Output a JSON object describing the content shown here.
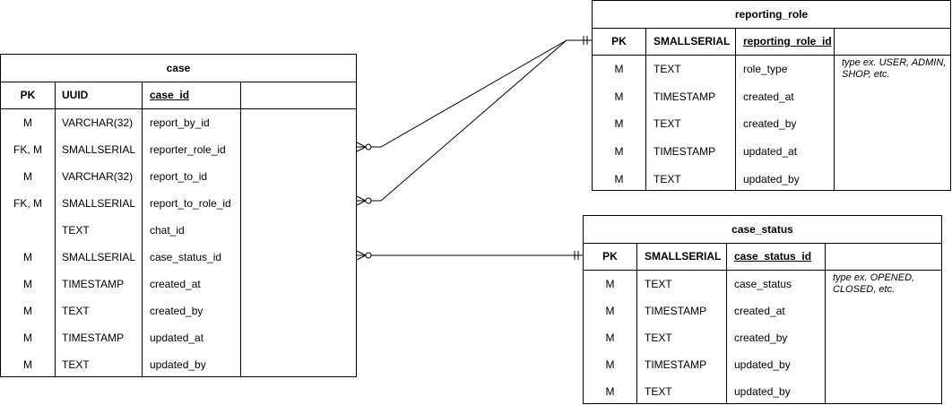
{
  "case": {
    "title": "case",
    "pk": {
      "key": "PK",
      "type": "UUID",
      "name": "case_id"
    },
    "rows": [
      {
        "key": "M",
        "type": "VARCHAR(32)",
        "name": "report_by_id"
      },
      {
        "key": "FK, M",
        "type": "SMALLSERIAL",
        "name": "reporter_role_id"
      },
      {
        "key": "M",
        "type": "VARCHAR(32)",
        "name": "report_to_id"
      },
      {
        "key": "FK, M",
        "type": "SMALLSERIAL",
        "name": "report_to_role_id"
      },
      {
        "key": "",
        "type": "TEXT",
        "name": "chat_id"
      },
      {
        "key": "M",
        "type": "SMALLSERIAL",
        "name": "case_status_id"
      },
      {
        "key": "M",
        "type": "TIMESTAMP",
        "name": "created_at"
      },
      {
        "key": "M",
        "type": "TEXT",
        "name": "created_by"
      },
      {
        "key": "M",
        "type": "TIMESTAMP",
        "name": "updated_at"
      },
      {
        "key": "M",
        "type": "TEXT",
        "name": "updated_by"
      }
    ]
  },
  "reporting_role": {
    "title": "reporting_role",
    "pk": {
      "key": "PK",
      "type": "SMALLSERIAL",
      "name": "reporting_role_id"
    },
    "rows": [
      {
        "key": "M",
        "type": "TEXT",
        "name": "role_type"
      },
      {
        "key": "M",
        "type": "TIMESTAMP",
        "name": "created_at"
      },
      {
        "key": "M",
        "type": "TEXT",
        "name": "created_by"
      },
      {
        "key": "M",
        "type": "TIMESTAMP",
        "name": "updated_at"
      },
      {
        "key": "M",
        "type": "TEXT",
        "name": "updated_by"
      }
    ],
    "note": "type ex. USER, ADMIN, SHOP, etc."
  },
  "case_status": {
    "title": "case_status",
    "pk": {
      "key": "PK",
      "type": "SMALLSERIAL",
      "name": "case_status_id"
    },
    "rows": [
      {
        "key": "M",
        "type": "TEXT",
        "name": "case_status"
      },
      {
        "key": "M",
        "type": "TIMESTAMP",
        "name": "created_at"
      },
      {
        "key": "M",
        "type": "TEXT",
        "name": "created_by"
      },
      {
        "key": "M",
        "type": "TIMESTAMP",
        "name": "updated_by"
      },
      {
        "key": "M",
        "type": "TEXT",
        "name": "updated_by"
      }
    ],
    "note": "type ex. OPENED, CLOSED, etc."
  },
  "relationships": [
    {
      "from": "case.reporter_role_id",
      "to": "reporting_role.reporting_role_id",
      "from_end": "zero-or-many",
      "to_end": "exactly-one"
    },
    {
      "from": "case.report_to_role_id",
      "to": "reporting_role.reporting_role_id",
      "from_end": "zero-or-many",
      "to_end": "exactly-one"
    },
    {
      "from": "case.case_status_id",
      "to": "case_status.case_status_id",
      "from_end": "zero-or-many",
      "to_end": "exactly-one"
    }
  ]
}
